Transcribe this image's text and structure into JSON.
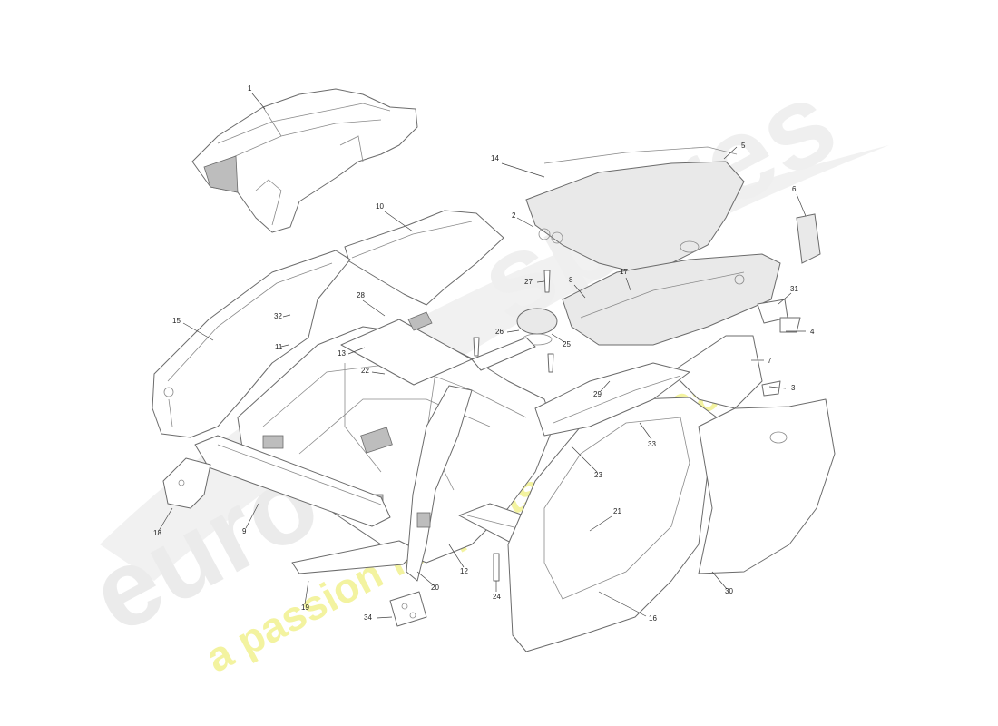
{
  "callouts": [
    {
      "label": "1"
    },
    {
      "label": "2"
    },
    {
      "label": "3"
    },
    {
      "label": "4"
    },
    {
      "label": "5"
    },
    {
      "label": "6"
    },
    {
      "label": "7"
    },
    {
      "label": "8"
    },
    {
      "label": "9"
    },
    {
      "label": "10"
    },
    {
      "label": "11"
    },
    {
      "label": "12"
    },
    {
      "label": "13"
    },
    {
      "label": "14"
    },
    {
      "label": "15"
    },
    {
      "label": "16"
    },
    {
      "label": "17"
    },
    {
      "label": "18"
    },
    {
      "label": "19"
    },
    {
      "label": "20"
    },
    {
      "label": "21"
    },
    {
      "label": "22"
    },
    {
      "label": "23"
    },
    {
      "label": "24"
    },
    {
      "label": "25"
    },
    {
      "label": "26"
    },
    {
      "label": "27"
    },
    {
      "label": "28"
    },
    {
      "label": "29"
    },
    {
      "label": "30"
    },
    {
      "label": "31"
    },
    {
      "label": "32"
    },
    {
      "label": "33"
    },
    {
      "label": "34"
    }
  ],
  "watermark": {
    "brand": "euro",
    "brand_suffix": "spares",
    "tagline": "a passion for parts since 1985",
    "brand_color": "#e6e6e6",
    "tagline_color": "#f3f3a0"
  }
}
